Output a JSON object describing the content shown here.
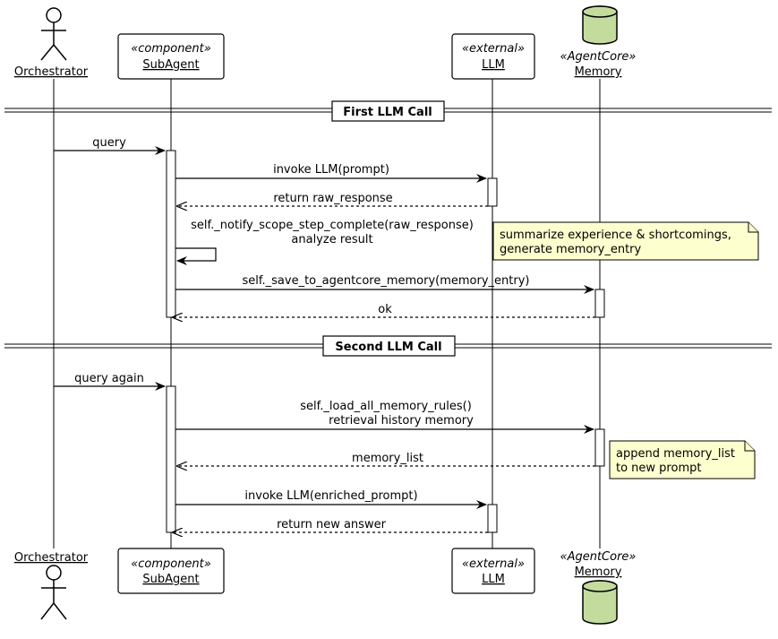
{
  "participants": {
    "orchestrator": {
      "name": "Orchestrator"
    },
    "subagent": {
      "stereotype": "«component»",
      "name": "SubAgent"
    },
    "llm": {
      "stereotype": "«external»",
      "name": "LLM"
    },
    "memory": {
      "stereotype": "«AgentCore»",
      "name": "Memory"
    }
  },
  "sections": {
    "first": "First LLM Call",
    "second": "Second LLM Call"
  },
  "messages": {
    "m1": "query",
    "m2": "invoke LLM(prompt)",
    "m3": "return raw_response",
    "m4a": "self._notify_scope_step_complete(raw_response)",
    "m4b": "analyze result",
    "m5": "self._save_to_agentcore_memory(memory_entry)",
    "m6": "ok",
    "m7": "query again",
    "m8a": "self._load_all_memory_rules()",
    "m8b": "retrieval history memory",
    "m9": "memory_list",
    "m10": "invoke LLM(enriched_prompt)",
    "m11": "return new answer"
  },
  "notes": {
    "n1a": "summarize experience & shortcomings,",
    "n1b": "generate memory_entry",
    "n2a": "append memory_list",
    "n2b": "to new prompt"
  },
  "colors": {
    "note_fill": "#feffce",
    "database_fill": "#c3dc9e"
  },
  "icons": {
    "actor": "stick-figure-icon",
    "database": "database-cylinder-icon"
  }
}
